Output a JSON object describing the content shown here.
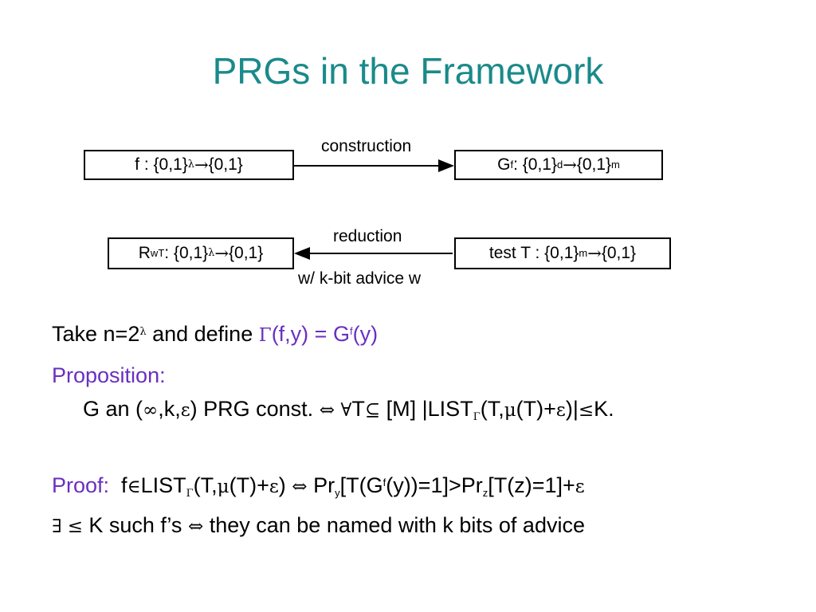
{
  "title": "PRGs in the Framework",
  "diagram": {
    "top_left_box": {
      "f": "f : {0,1}",
      "lambda": "λ",
      "arrow": " → ",
      "range": "{0,1}"
    },
    "top_right_box": {
      "G": "G",
      "sup_f": "f",
      "domain": " : {0,1}",
      "sup_d": "d",
      "arrow": "→ ",
      "range": "{0,1}",
      "sup_m": "m"
    },
    "construction_label": "construction",
    "bottom_left_box": {
      "R": "R",
      "sub_w": "w",
      "sup_T": "T",
      "domain": " : {0,1}",
      "lambda": "λ",
      "arrow": "→ ",
      "range": "{0,1}"
    },
    "bottom_right_box": {
      "text": "test T : {0,1}",
      "sup_m": "m",
      "arrow": " → ",
      "range": "{0,1}"
    },
    "reduction_label": "reduction",
    "advice_label": "w/ k-bit advice w"
  },
  "body": {
    "line1": {
      "a": "Take n=2",
      "lambda": "λ",
      "b": " and define ",
      "gamma": "Γ",
      "c": "(f,y) = G",
      "sup_f": "f",
      "d": "(y)"
    },
    "line2": {
      "label": "Proposition:"
    },
    "line3": {
      "a": "G an (",
      "inf": "∞",
      "b": ",k,",
      "eps": "ε",
      "c": ") PRG const. ",
      "iff": "⇔",
      "d": " ",
      "forall": "∀",
      "e": "T",
      "subseteq": "⊆",
      "f": " [M]  |LIST",
      "sub_gamma": "Γ",
      "g": "(T,",
      "mu": "μ",
      "h": "(T)+",
      "eps2": "ε",
      "i": ")|",
      "le": "≤",
      "j": "K."
    },
    "line4": {
      "label": "Proof:",
      "a": "  f",
      "in": "∈",
      "b": "LIST",
      "sub_gamma": "Γ",
      "c": "(T,",
      "mu": "μ",
      "d": "(T)+",
      "eps": "ε",
      "e": ") ",
      "iff": "⇔",
      "f": " Pr",
      "sub_y": "y",
      "g": "[T(G",
      "sup_f": "f",
      "h": "(y))=1]>Pr",
      "sub_z": "z",
      "i": "[T(z)=1]+",
      "eps2": "ε"
    },
    "line5": {
      "exists": "∃",
      "le": " ≤ ",
      "a": "K such f’s ",
      "iff": "⇔",
      "b": " they can be named with k bits of advice"
    }
  }
}
